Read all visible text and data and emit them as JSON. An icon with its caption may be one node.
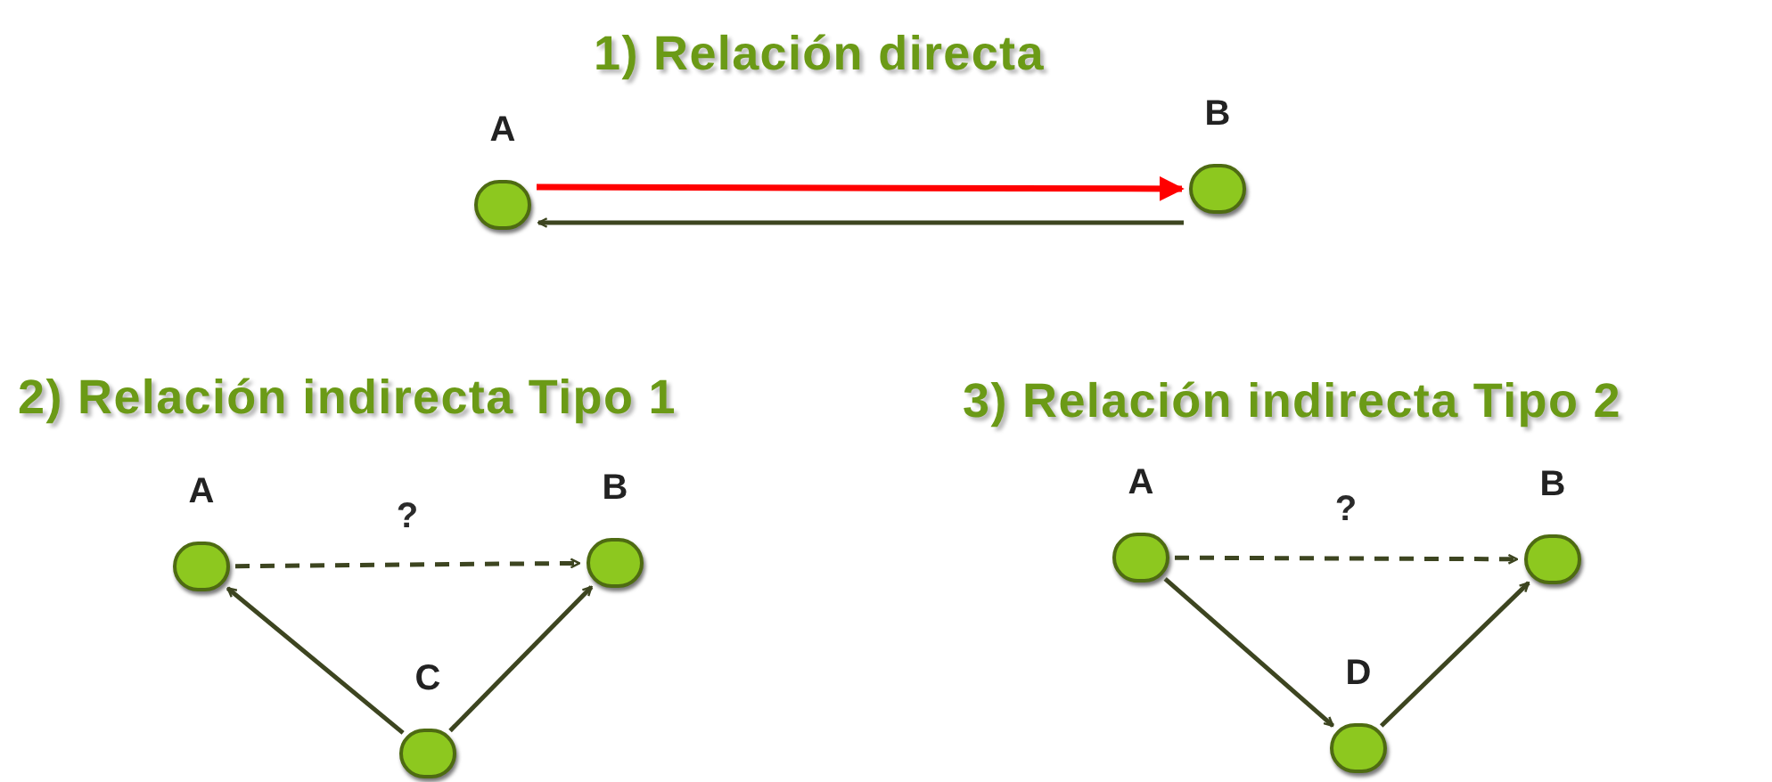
{
  "diagram": {
    "nodes": [
      {
        "text": [
          "A"
        ]
      },
      {
        "text": [
          "B"
        ]
      },
      {
        "text": [
          "A"
        ]
      },
      {
        "text": [
          "B"
        ]
      },
      {
        "text": [
          "C"
        ]
      },
      {
        "text": [
          "A"
        ]
      },
      {
        "text": [
          "B"
        ]
      },
      {
        "text": [
          "D"
        ]
      }
    ],
    "edges": [
      {
        "from": 0,
        "to": 1,
        "arrow": "to",
        "color": "#ff0000"
      },
      {
        "from": 1,
        "to": 0,
        "arrow": "to"
      },
      {
        "from": 2,
        "to": 3,
        "arrow": "to",
        "style": "dashed",
        "label": "?"
      },
      {
        "from": 4,
        "to": 2,
        "arrow": "to"
      },
      {
        "from": 4,
        "to": 3,
        "arrow": "to"
      },
      {
        "from": 5,
        "to": 6,
        "arrow": "to",
        "style": "dashed",
        "label": "?"
      },
      {
        "from": 5,
        "to": 7,
        "arrow": "to"
      },
      {
        "from": 7,
        "to": 6,
        "arrow": "to"
      }
    ],
    "labels": [
      "1) Relación directa",
      "2) Relación indirecta Tipo 1",
      "3) Relación indirecta Tipo 2"
    ]
  }
}
